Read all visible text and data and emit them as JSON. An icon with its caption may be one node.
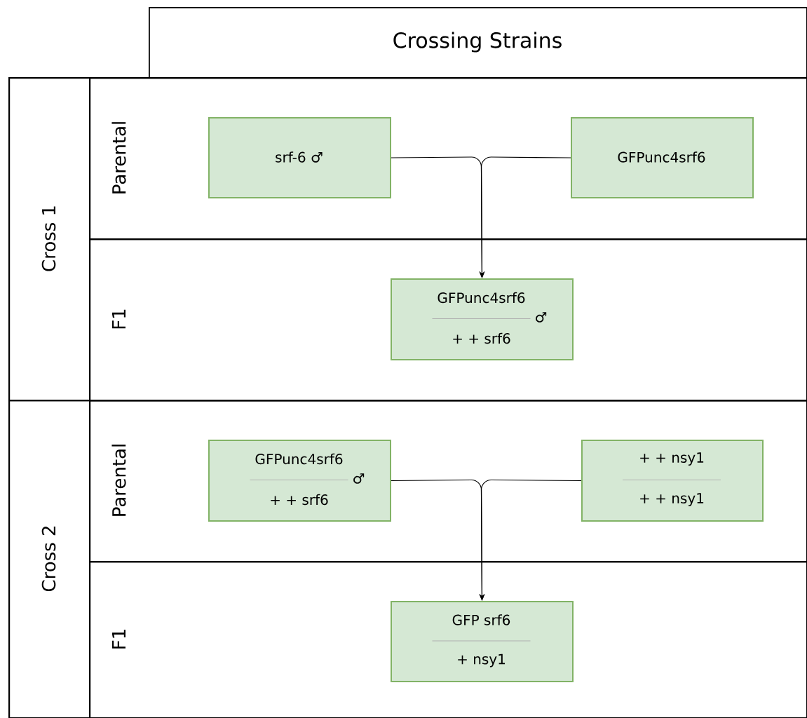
{
  "diagram": {
    "nodes": [
      {
        "text": [
          "Crossing Strains"
        ]
      },
      {
        "text": [
          "Cross 1"
        ]
      },
      {
        "text": [
          "Parental"
        ],
        "in": 1
      },
      {
        "text": [
          "F1"
        ],
        "in": 1
      },
      {
        "text": [
          "Cross 2"
        ]
      },
      {
        "text": [
          "Parental"
        ],
        "in": 4
      },
      {
        "text": [
          "F1"
        ],
        "in": 4
      },
      {
        "text": [
          "srf-6 ♂"
        ],
        "in": 2
      },
      {
        "text": [
          "GFPunc4srf6"
        ],
        "in": 2
      },
      {
        "text": [
          "GFPunc4srf6",
          "+ + srf6",
          "♂"
        ],
        "in": 3
      },
      {
        "text": [
          "GFPunc4srf6",
          "+ + srf6",
          "♂"
        ],
        "in": 5
      },
      {
        "text": [
          "+ + nsy1",
          "+ + nsy1"
        ],
        "in": 5
      },
      {
        "text": [
          "GFP srf6",
          "+ nsy1"
        ],
        "in": 6
      }
    ],
    "edges": [
      {
        "from": 7,
        "to": 9,
        "arrow": "to"
      },
      {
        "from": 8,
        "to": 9,
        "arrow": "to"
      },
      {
        "from": 10,
        "to": 12,
        "arrow": "to"
      },
      {
        "from": 11,
        "to": 12,
        "arrow": "to"
      }
    ]
  }
}
